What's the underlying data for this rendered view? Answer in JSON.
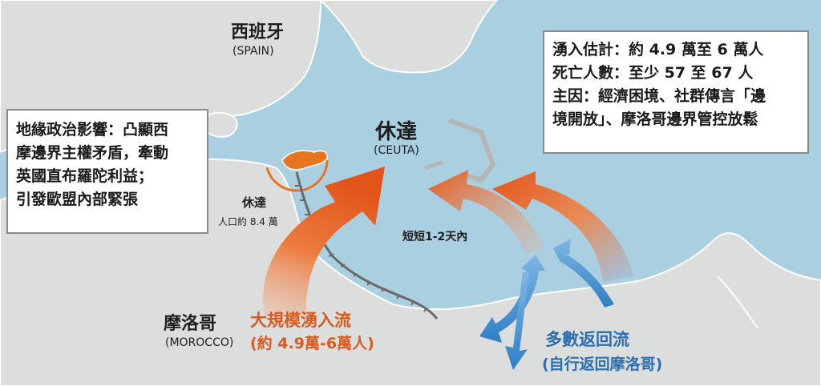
{
  "spain": {
    "name": "西班牙",
    "name_en": "(SPAIN)"
  },
  "morocco": {
    "name": "摩洛哥",
    "name_en": "(MOROCCO)"
  },
  "ceuta": {
    "name": "休達",
    "name_en": "(CEUTA)",
    "inset_name": "休達",
    "population": "人口約 8.4 萬"
  },
  "duration": {
    "label": "短短1-2天內"
  },
  "inflow": {
    "title": "大規模湧入流",
    "subtitle": "(約 4.9萬-6萬人)"
  },
  "return_flow": {
    "title": "多數返回流",
    "subtitle": "(自行返回摩洛哥)"
  },
  "geopolitics": {
    "lines": [
      "地緣政治影響：凸顯西",
      "摩邊界主權矛盾，牽動",
      "英國直布羅陀利益；",
      "引發歐盟內部緊張"
    ]
  },
  "facts": {
    "lines": [
      "湧入估計：約 4.9 萬至 6 萬人",
      "死亡人數：至少 57 至 67 人",
      "主因：經濟困境、社群傳言「邊",
      "境開放」、摩洛哥邊界管控放鬆"
    ]
  },
  "colors": {
    "sea": "#a9cfe0",
    "land": "#dcdddd",
    "orange": "#e8692a",
    "blue": "#3a8fd0",
    "blue_text": "#2a6fb0",
    "orange_text": "#d85a1c"
  }
}
